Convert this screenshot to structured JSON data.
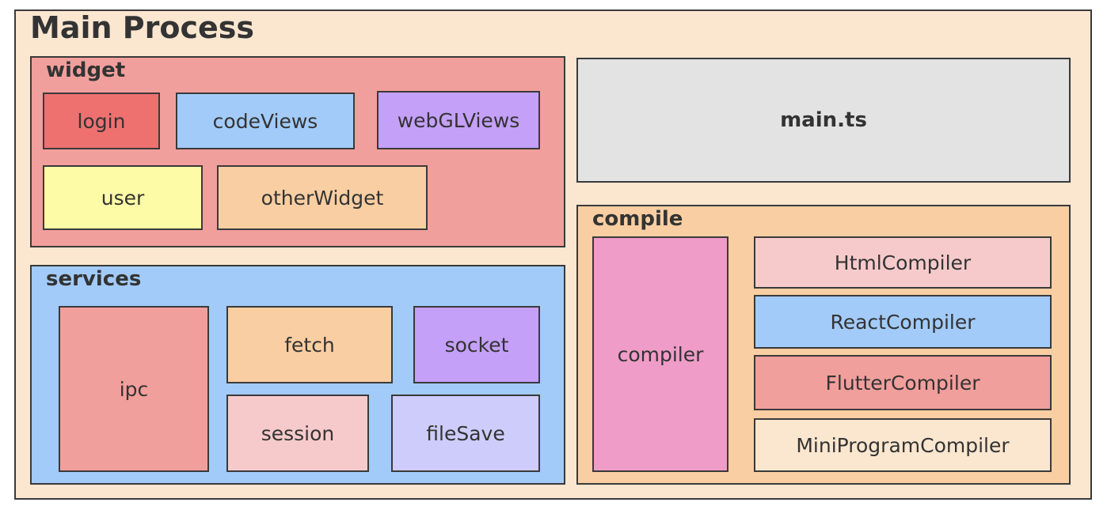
{
  "title": "Main Process",
  "colors": {
    "outer": "#fbe6d0",
    "widget_group": "#f19f9c",
    "services_group": "#a2cbf9",
    "main_ts": "#e3e3e3",
    "compile_group": "#f9cea2",
    "login": "#ee7170",
    "codeViews": "#a2cbf9",
    "webGLViews": "#c4a0f9",
    "user": "#fefba6",
    "otherWidget": "#f9cea2",
    "ipc": "#f19f9c",
    "fetch": "#f9cea2",
    "socket": "#c4a0f9",
    "session": "#f6cacb",
    "fileSave": "#cdccfb",
    "compiler": "#ef9cc8",
    "HtmlCompiler": "#f6cacb",
    "ReactCompiler": "#a2cbf9",
    "FlutterCompiler": "#f19f9c",
    "MiniProgramCompiler": "#fbe6d0"
  },
  "widget": {
    "label": "widget",
    "items": {
      "login": "login",
      "codeViews": "codeViews",
      "webGLViews": "webGLViews",
      "user": "user",
      "otherWidget": "otherWidget"
    }
  },
  "services": {
    "label": "services",
    "items": {
      "ipc": "ipc",
      "fetch": "fetch",
      "socket": "socket",
      "session": "session",
      "fileSave": "fileSave"
    }
  },
  "main_ts": "main.ts",
  "compile": {
    "label": "compile",
    "compiler": "compiler",
    "compilers": {
      "html": "HtmlCompiler",
      "react": "ReactCompiler",
      "flutter": "FlutterCompiler",
      "mini": "MiniProgramCompiler"
    }
  }
}
